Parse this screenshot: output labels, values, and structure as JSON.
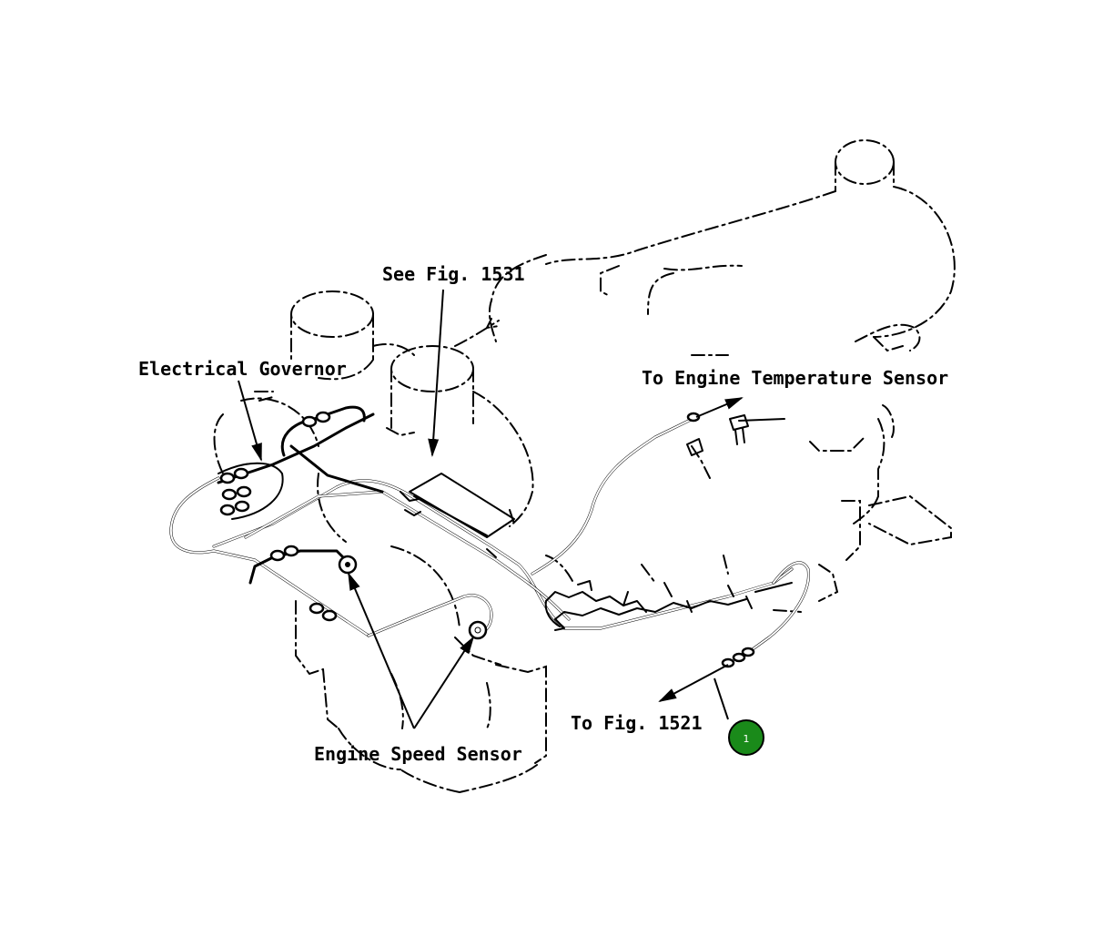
{
  "labels": {
    "see_fig": "See Fig. 1531",
    "electrical_governor": "Electrical Governor",
    "to_engine_temp_sensor": "To Engine Temperature Sensor",
    "engine_speed_sensor": "Engine Speed Sensor",
    "to_fig": "To Fig. 1521"
  },
  "callout": {
    "number": "1",
    "color": "#1a8a1a"
  }
}
